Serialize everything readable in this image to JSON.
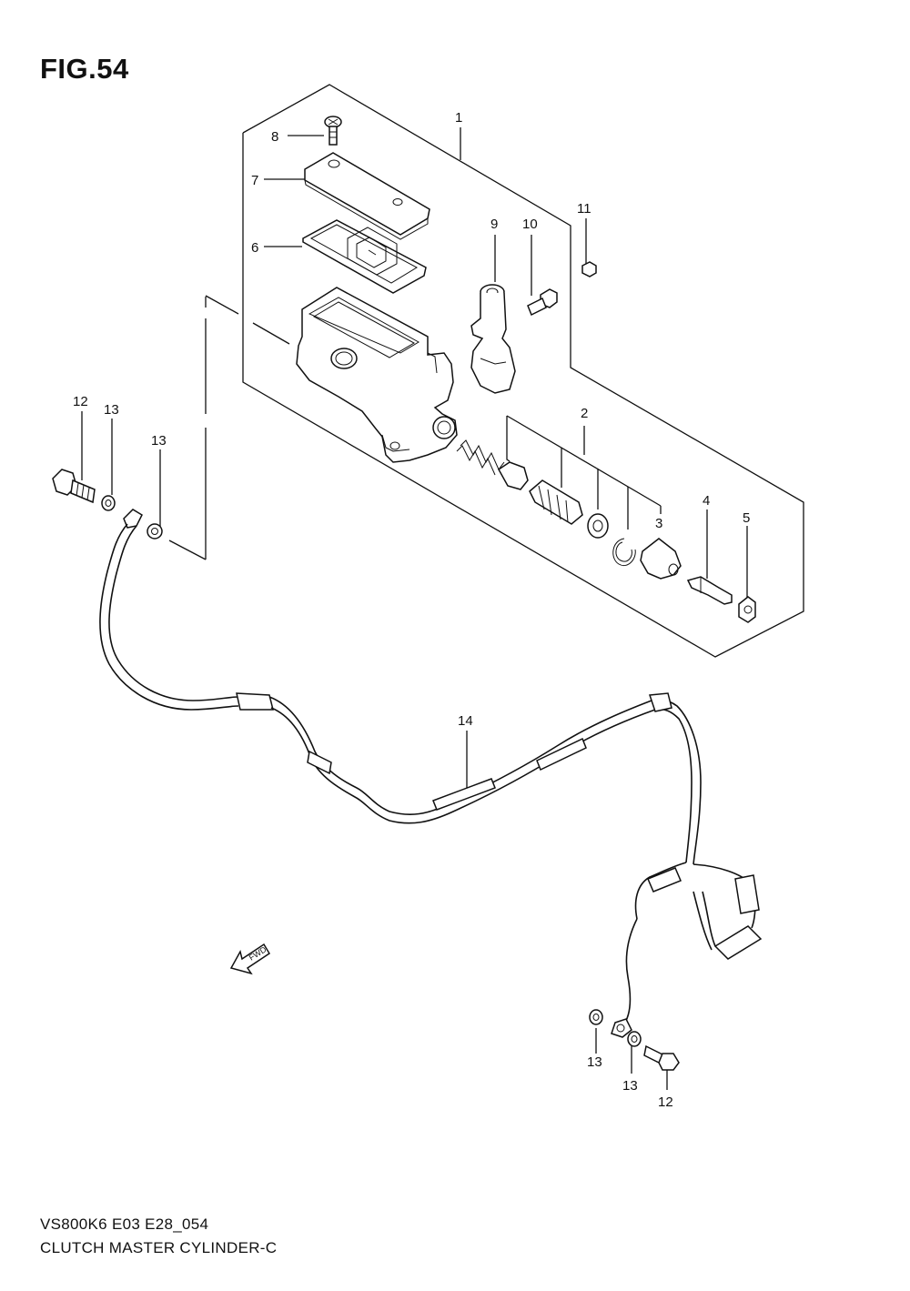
{
  "figure": {
    "title": "FIG.54",
    "model_code": "VS800K6 E03 E28_054",
    "name": "CLUTCH MASTER CYLINDER-C"
  },
  "direction_marker": "FWD",
  "callouts": {
    "c1": "1",
    "c2": "2",
    "c3": "3",
    "c4": "4",
    "c5": "5",
    "c6": "6",
    "c7": "7",
    "c8": "8",
    "c9": "9",
    "c10": "10",
    "c11": "11",
    "c12a": "12",
    "c13a": "13",
    "c13b": "13",
    "c14": "14",
    "c13c": "13",
    "c13d": "13",
    "c12b": "12"
  }
}
